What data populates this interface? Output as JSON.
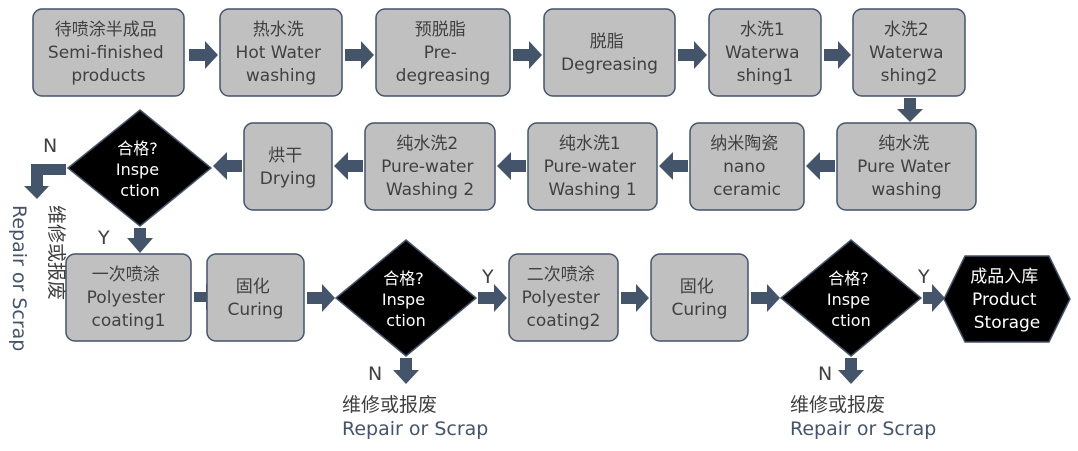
{
  "steps": [
    {
      "lines": [
        "待喷涂半成品",
        "Semi-finished",
        "products"
      ]
    },
    {
      "lines": [
        "热水洗",
        "Hot Water",
        "washing"
      ]
    },
    {
      "lines": [
        "预脱脂",
        "Pre-",
        "degreasing"
      ]
    },
    {
      "lines": [
        "脱脂",
        "Degreasing"
      ]
    },
    {
      "lines": [
        "水洗1",
        "Waterwa",
        "shing1"
      ]
    },
    {
      "lines": [
        "水洗2",
        "Waterwa",
        "shing2"
      ]
    },
    {
      "lines": [
        "纯水洗",
        "Pure Water",
        "washing"
      ]
    },
    {
      "lines": [
        "纳米陶瓷",
        "nano",
        "ceramic"
      ]
    },
    {
      "lines": [
        "纯水洗1",
        "Pure-water",
        "Washing 1"
      ]
    },
    {
      "lines": [
        "纯水洗2",
        "Pure-water",
        "Washing 2"
      ]
    },
    {
      "lines": [
        "烘干",
        "Drying"
      ]
    },
    {
      "lines": [
        "一次喷涂",
        "Polyester",
        "coating1"
      ]
    },
    {
      "lines": [
        "固化",
        "Curing"
      ]
    },
    {
      "lines": [
        "二次喷涂",
        "Polyester",
        "coating2"
      ]
    },
    {
      "lines": [
        "固化",
        "Curing"
      ]
    }
  ],
  "inspection": {
    "lines": [
      "合格?",
      "Inspe",
      "ction"
    ]
  },
  "storage": {
    "lines": [
      "成品入库",
      "Product",
      "Storage"
    ]
  },
  "yes_label": "Y",
  "no_label": "N",
  "repair": {
    "zh": "维修或报废",
    "en": "Repair or Scrap"
  },
  "colors": {
    "box_fill": "#c0c0c0",
    "box_stroke": "#44546a",
    "arrow": "#44546a",
    "decision": "#000000"
  }
}
